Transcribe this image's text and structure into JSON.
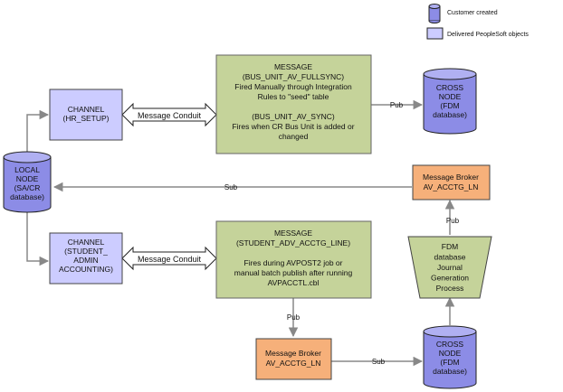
{
  "legend": {
    "customer_created": "Customer created",
    "delivered_peoplesoft": "Delivered PeopleSoft objects"
  },
  "nodes": {
    "channel_hr": [
      "CHANNEL",
      "(HR_SETUP)"
    ],
    "channel_student": [
      "CHANNEL",
      "(STUDENT_",
      "ADMIN",
      "ACCOUNTING)"
    ],
    "message_top": [
      "MESSAGE",
      "(BUS_UNIT_AV_FULLSYNC)",
      "Fired Manually through Integration",
      "Rules to \"seed\" table",
      "",
      "(BUS_UNIT_AV_SYNC)",
      "Fires when CR Bus Unit is added or",
      "changed"
    ],
    "message_bottom": [
      "MESSAGE",
      "(STUDENT_ADV_ACCTG_LINE)",
      "",
      "Fires during AVPOST2 job or",
      "manual batch publish after running",
      "AVPACCTL.cbl"
    ],
    "local_node": [
      "LOCAL",
      "NODE",
      "(SA/CR",
      "database)"
    ],
    "cross_node_top": [
      "CROSS",
      "NODE",
      "(FDM",
      "database)"
    ],
    "cross_node_bottom": [
      "CROSS",
      "NODE",
      "(FDM",
      "database)"
    ],
    "broker_right": [
      "Message Broker",
      "AV_ACCTG_LN"
    ],
    "broker_bottom": [
      "Message Broker",
      "AV_ACCTG_LN"
    ],
    "fdm_process": [
      "FDM",
      "database",
      "Journal",
      "Generation",
      "Process"
    ]
  },
  "labels": {
    "conduit_top": "Message Conduit",
    "conduit_bottom": "Message Conduit",
    "pub_top": "Pub",
    "pub_bottom": "Pub",
    "pub_right": "Pub",
    "sub_top": "Sub",
    "sub_bottom": "Sub"
  },
  "colors": {
    "cylinder_fill": "#8c8ce6",
    "cylinder_top": "#b0b0f2",
    "channel_fill": "#ccccff",
    "message_fill": "#c5d39a",
    "broker_fill": "#f6b07a",
    "trapezoid_fill": "#c5d39a",
    "line": "#888888"
  }
}
